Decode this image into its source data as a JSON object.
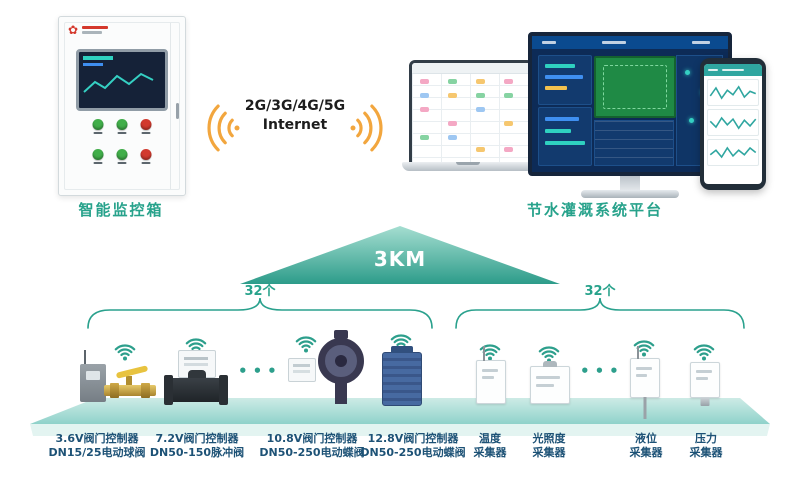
{
  "scene": {
    "cabinet_label": "智能监控箱",
    "platform_label": "节水灌溉系统平台",
    "network": {
      "line1": "2G/3G/4G/5G",
      "line2": "Internet"
    },
    "coverage": {
      "distance": "3KM",
      "left_count": "32个",
      "right_count": "32个"
    },
    "dots": "•••"
  },
  "devices": [
    {
      "line1": "3.6V阀门控制器",
      "line2": "DN15/25电动球阀"
    },
    {
      "line1": "7.2V阀门控制器",
      "line2": "DN50-150脉冲阀"
    },
    {
      "line1": "10.8V阀门控制器",
      "line2": "DN50-250电动蝶阀"
    },
    {
      "line1": "12.8V阀门控制器",
      "line2": "DN50-250电动蝶阀"
    },
    {
      "line1": "温度",
      "line2": "采集器"
    },
    {
      "line1": "光照度",
      "line2": "采集器"
    },
    {
      "line1": "液位",
      "line2": "采集器"
    },
    {
      "line1": "压力",
      "line2": "采集器"
    }
  ],
  "icons": {
    "wifi": "wifi-arcs",
    "signal_waves": "radio-waves"
  },
  "colors": {
    "teal_accent": "#27a28b",
    "label_blue": "#1d5276",
    "wave_orange": "#f2a63e",
    "platform_teal": "#9ed8d0"
  }
}
